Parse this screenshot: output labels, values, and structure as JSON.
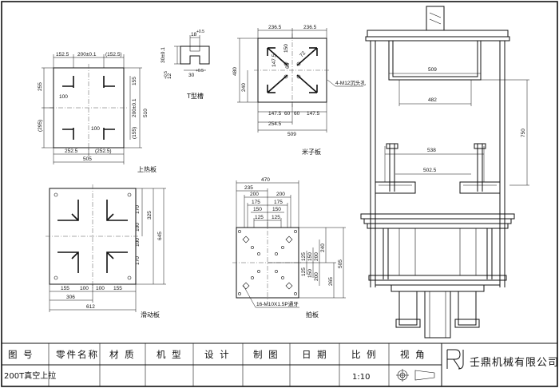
{
  "drawings": {
    "upper_plate": {
      "label": "上热板",
      "dims": {
        "d1": "152.5",
        "d2": "200±0.1",
        "d3": "(152.5)",
        "d4": "255",
        "d5": "(295)",
        "d6": "100",
        "d7": "155",
        "d8": "200±0.1",
        "d9": "510",
        "d10": "(155)",
        "d11": "100",
        "d12": "252.5",
        "d13": "(252.5)",
        "d14": "505"
      }
    },
    "t_slot": {
      "label": "T型槽",
      "dims": {
        "d1": "18",
        "d1_tol": "+0.5",
        "d2": "30±0.1",
        "d3": "12",
        "d3_tol": "+0.5",
        "d4": "30",
        "d4_tol": "+0.5"
      }
    },
    "cross_plate": {
      "label": "米子板",
      "note": "4-M12沉头孔",
      "dims": {
        "d1": "236.5",
        "d2": "236.5",
        "d3": "150",
        "d4": "72",
        "d5": "60",
        "d6": "147.5",
        "d7": "480",
        "d8": "240",
        "d9": "147.5",
        "d10": "60",
        "d11": "60",
        "d12": "147.5",
        "d13": "254.5",
        "d14": "509"
      }
    },
    "slide_plate": {
      "label": "滑动板",
      "dims": {
        "d1": "170",
        "d2": "100",
        "d3": "325",
        "d4": "100",
        "d5": "645",
        "d6": "170",
        "d7": "155",
        "d8": "100",
        "d9": "100",
        "d10": "155",
        "d11": "306",
        "d12": "612"
      }
    },
    "pull_plate": {
      "label": "拍板",
      "note": "16-M10X1.5P通牙",
      "dims": {
        "d1": "470",
        "d2": "235",
        "d3": "200",
        "d4": "200",
        "d5": "175",
        "d6": "175",
        "d7": "150",
        "d8": "150",
        "d9": "125",
        "d10": "125",
        "d11": "125",
        "d12": "150",
        "d13": "200",
        "d14": "240",
        "d15": "125",
        "d16": "150",
        "d17": "200",
        "d18": "265",
        "d19": "505"
      }
    },
    "assembly": {
      "dims": {
        "d1": "509",
        "d2": "482",
        "d3": "750",
        "d4": "538",
        "d5": "502.5"
      }
    }
  },
  "title_block": {
    "headers": [
      "图 号",
      "零件名称",
      "材 质",
      "机 型",
      "设 计",
      "制 图",
      "日 期",
      "比 例",
      "视 角"
    ],
    "drawing_no": "200T真空上拉",
    "scale": "1:10",
    "company": "壬鼎机械有限公司",
    "logo_text": "RJ"
  }
}
